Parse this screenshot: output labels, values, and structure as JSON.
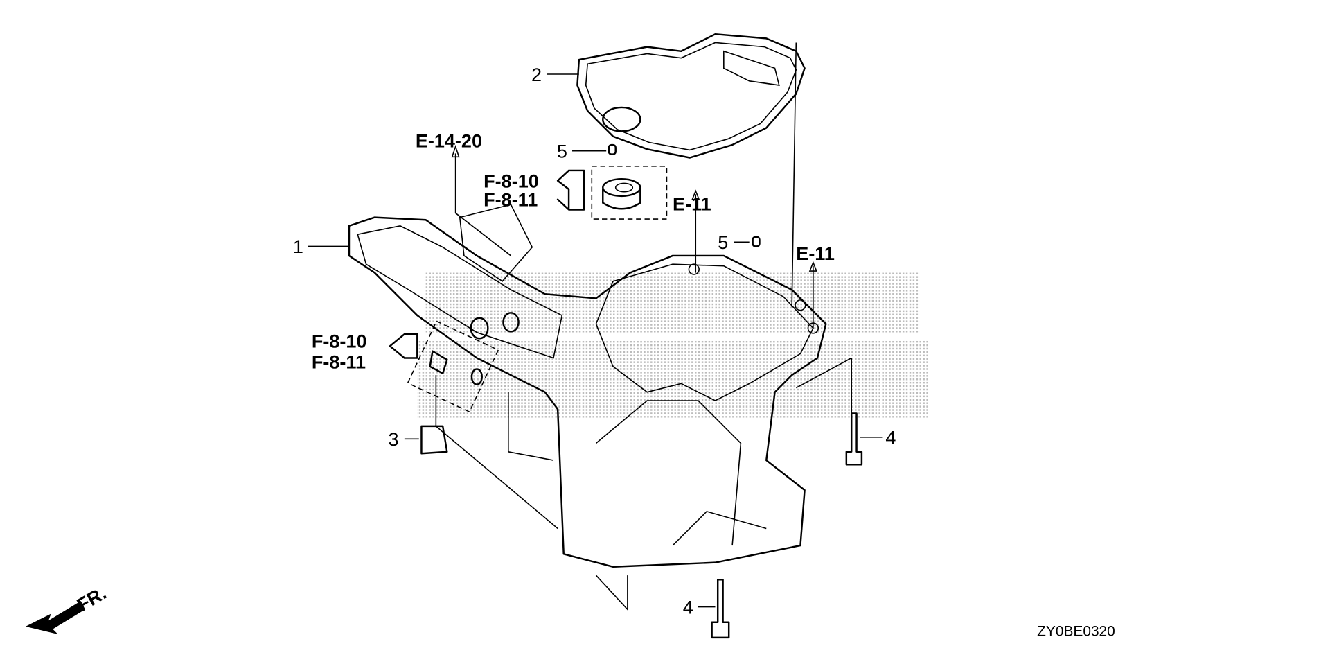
{
  "diagram": {
    "code": "ZY0BE0320",
    "direction_label": "FR.",
    "part_numbers": {
      "p1": "1",
      "p2": "2",
      "p3": "3",
      "p4a": "4",
      "p4b": "4",
      "p5a": "5",
      "p5b": "5"
    },
    "references": {
      "e_14_20": "E-14-20",
      "f_8_10_top": "F-8-10",
      "f_8_11_top": "F-8-11",
      "e_11_a": "E-11",
      "e_11_b": "E-11",
      "f_8_10_left": "F-8-10",
      "f_8_11_left": "F-8-11"
    }
  }
}
